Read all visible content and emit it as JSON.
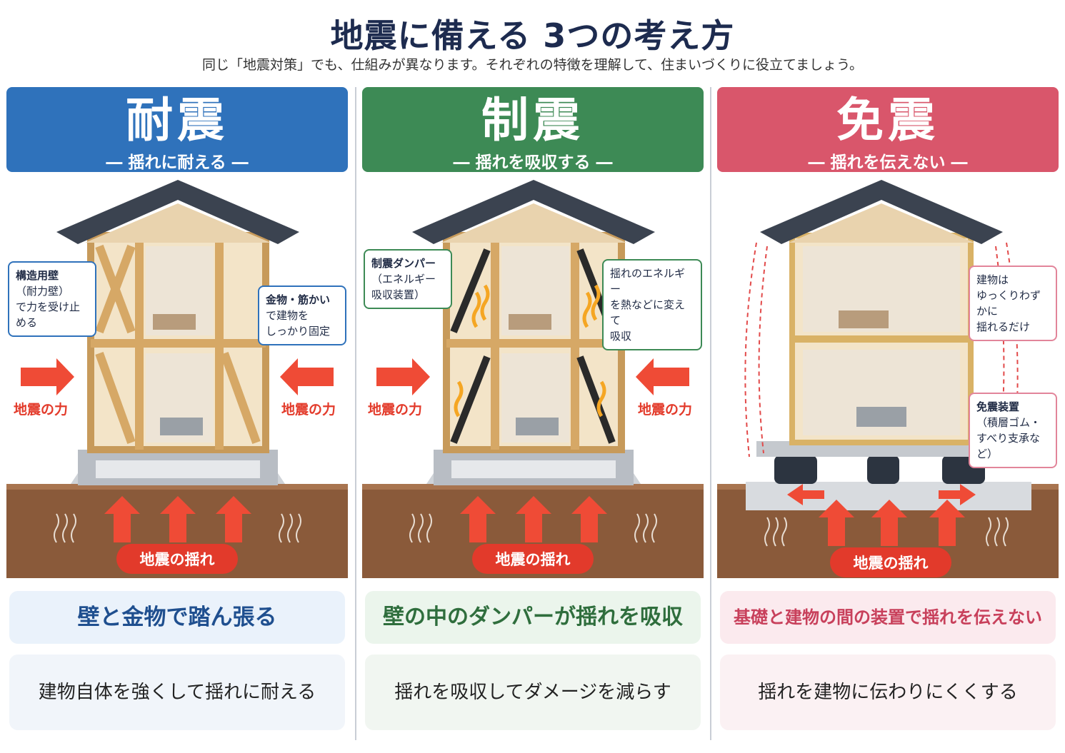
{
  "title": "地震に備える 3つの考え方",
  "subtitle": "同じ「地震対策」でも、仕組みが異なります。それぞれの特徴を理解して、住まいづくりに役立てましょう。",
  "colors": {
    "taishin": "#2f72bb",
    "seishin": "#3d8a55",
    "menshin": "#d9566b",
    "force": "#e33b2b"
  },
  "columns": [
    {
      "heading": "耐震",
      "subheading": "― 揺れに耐える ―",
      "callouts": [
        {
          "title": "構造用壁",
          "text": "（耐力壁）\nで力を受け止める"
        },
        {
          "title": "金物・筋かい",
          "text": "で建物を\nしっかり固定"
        }
      ],
      "force_label": "地震の力",
      "shake_label": "地震の揺れ",
      "summary": "壁と金物で踏ん張る",
      "description": "建物自体を強くして揺れに耐える"
    },
    {
      "heading": "制震",
      "subheading": "― 揺れを吸収する ―",
      "callouts": [
        {
          "title": "制震ダンパー",
          "text": "（エネルギー\n吸収装置）"
        },
        {
          "title": "",
          "text": "揺れのエネルギー\nを熱などに変えて\n吸収"
        }
      ],
      "force_label": "地震の力",
      "shake_label": "地震の揺れ",
      "summary": "壁の中のダンパーが揺れを吸収",
      "description": "揺れを吸収してダメージを減らす"
    },
    {
      "heading": "免震",
      "subheading": "― 揺れを伝えない ―",
      "callouts": [
        {
          "title": "",
          "text": "建物は\nゆっくりわずかに\n揺れるだけ"
        },
        {
          "title": "免震装置",
          "text": "（積層ゴム・\nすべり支承など）"
        }
      ],
      "shake_label": "地震の揺れ",
      "summary": "基礎と建物の間の装置で揺れを伝えない",
      "description": "揺れを建物に伝わりにくくする"
    }
  ]
}
